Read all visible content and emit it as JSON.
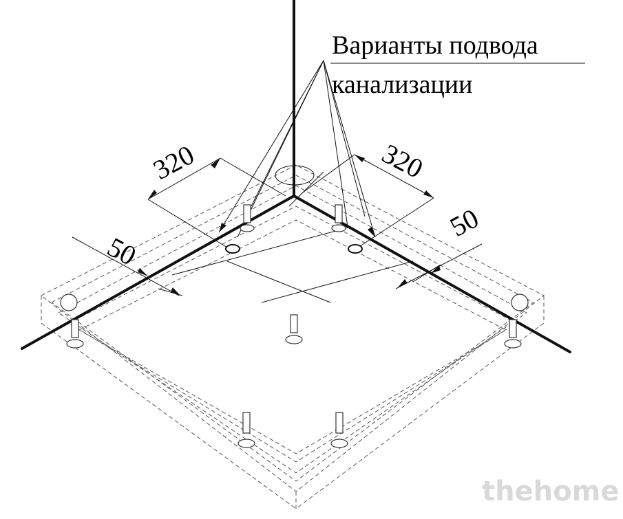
{
  "labels": {
    "line1": "Варианты подвода",
    "line2": "канализации"
  },
  "dimensions": {
    "left_offset": "320",
    "right_offset": "320",
    "left_wall": "50",
    "right_wall": "50"
  },
  "watermark": "thehome"
}
